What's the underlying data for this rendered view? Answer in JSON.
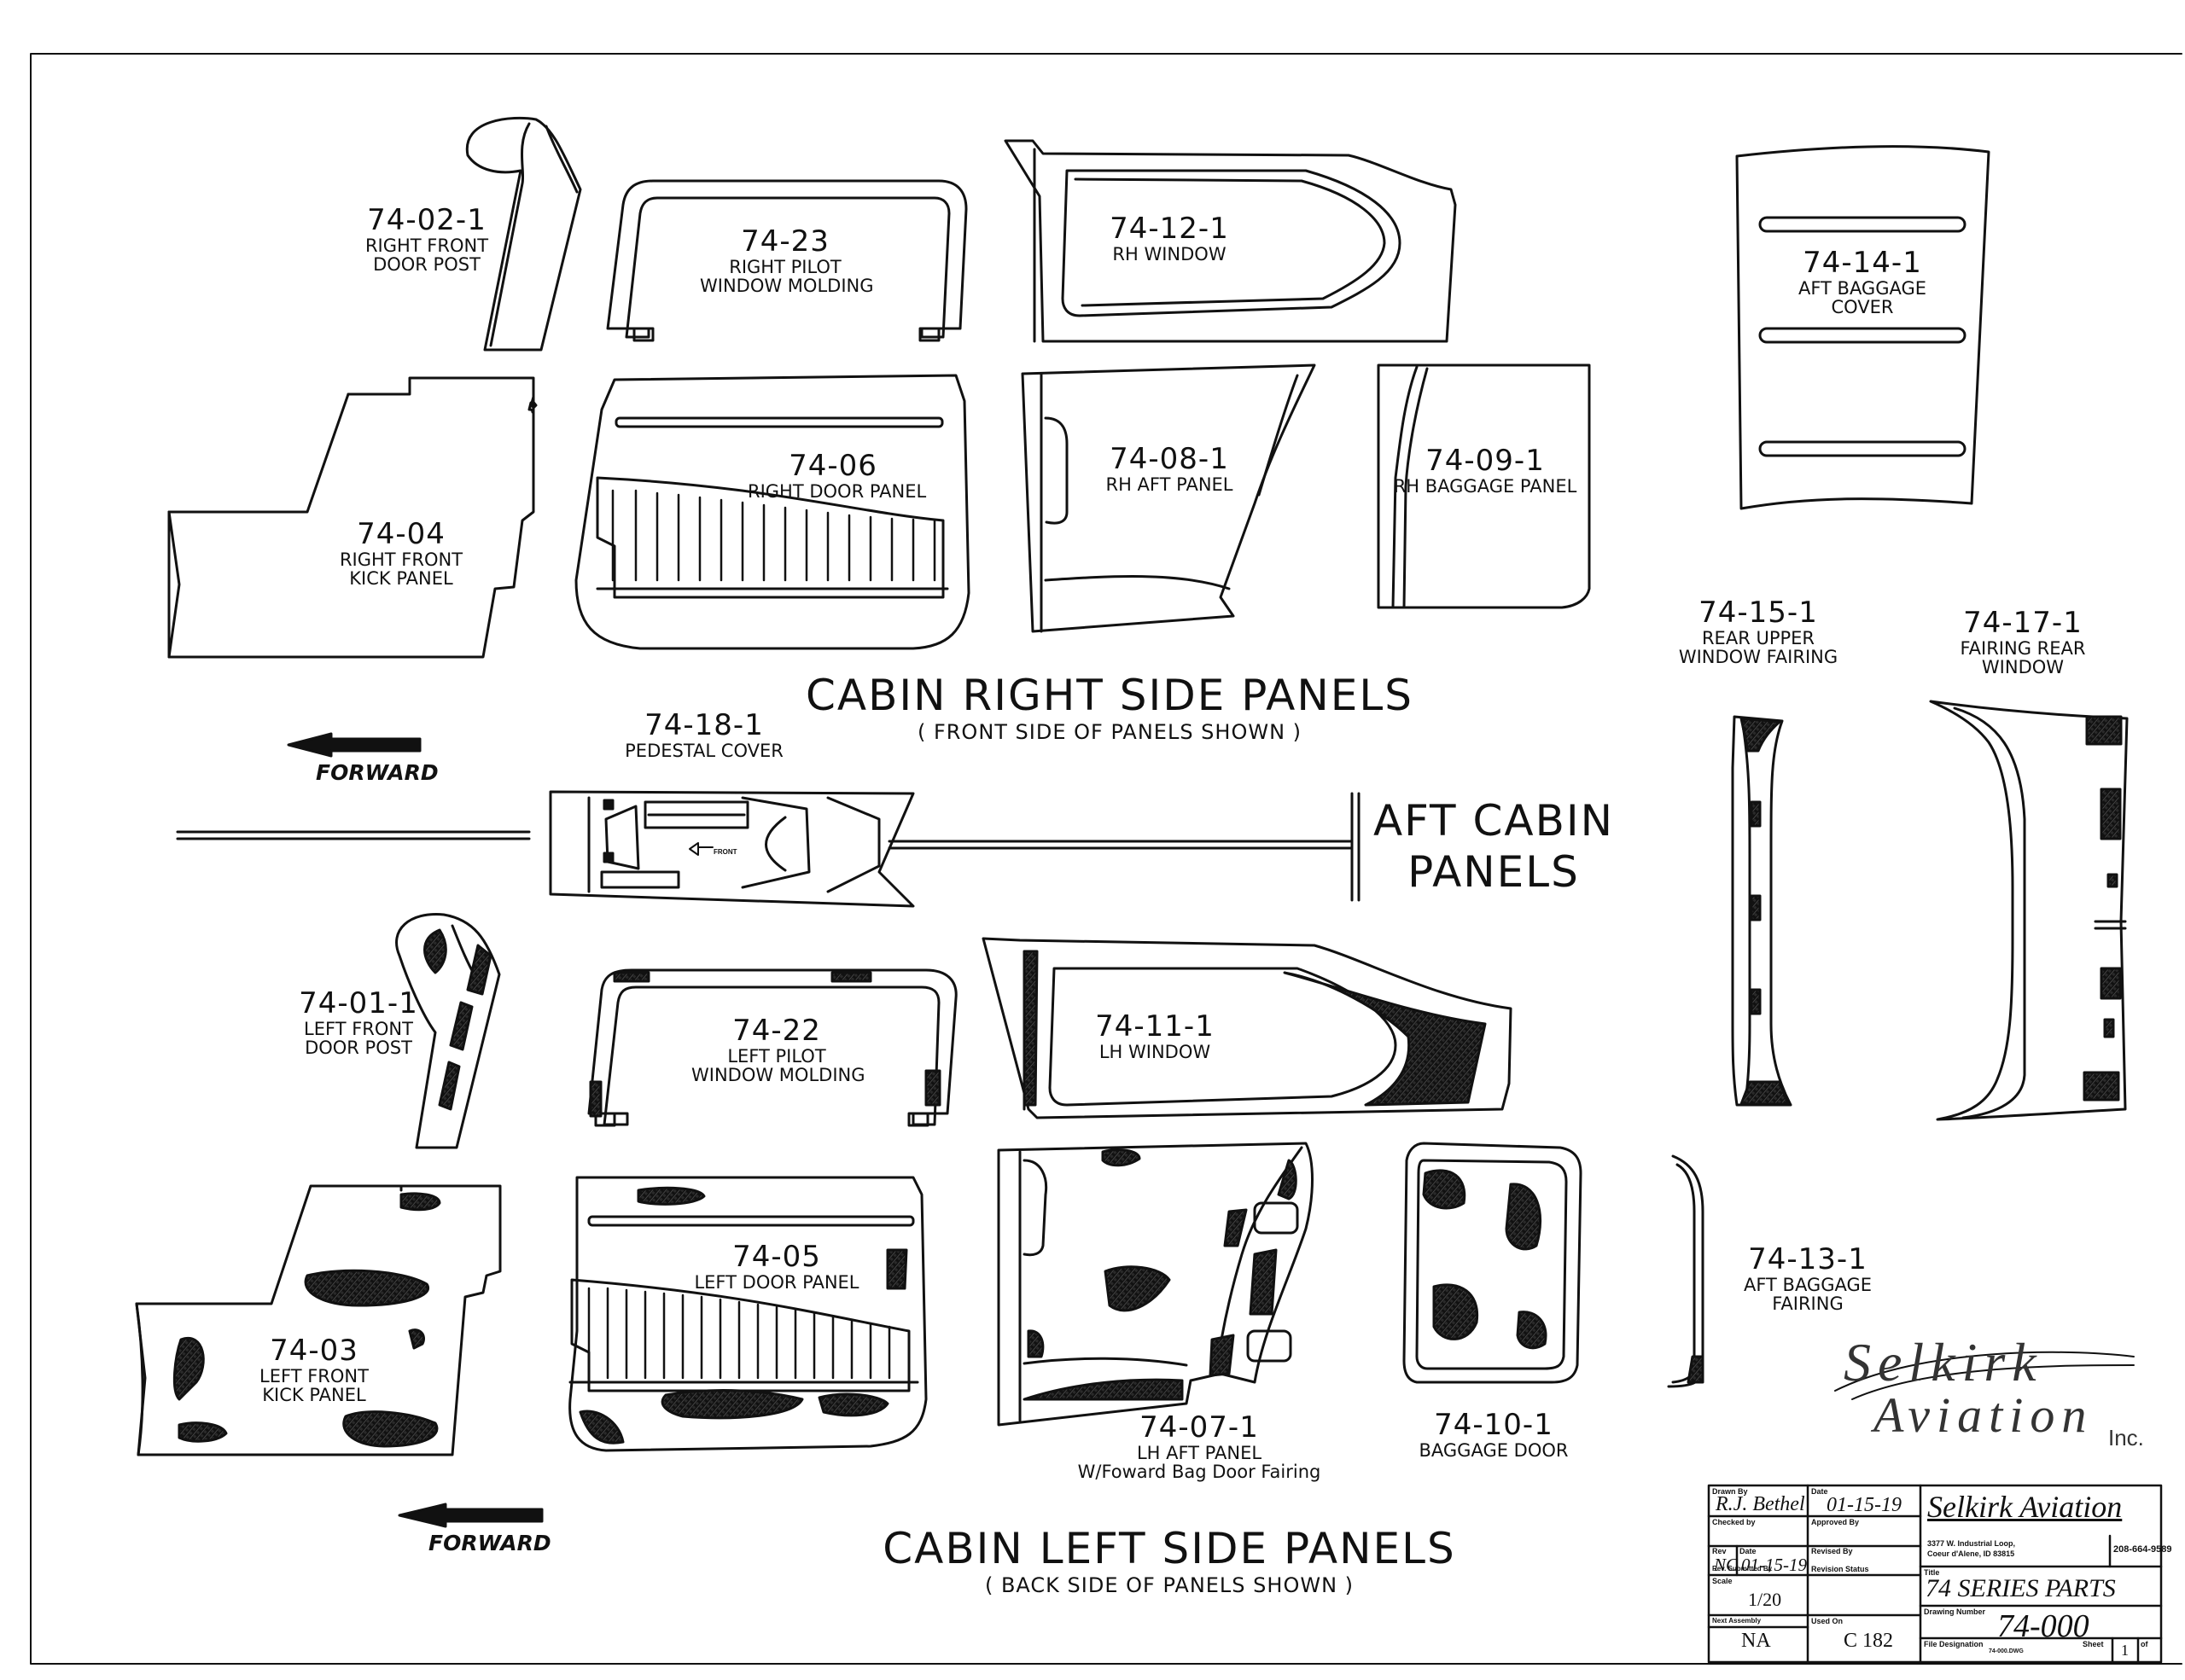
{
  "parts": {
    "p74_02_1": {
      "num": "74-02-1",
      "lines": [
        "RIGHT FRONT",
        "DOOR POST"
      ]
    },
    "p74_23": {
      "num": "74-23",
      "lines": [
        "RIGHT PILOT",
        "WINDOW MOLDING"
      ]
    },
    "p74_12_1": {
      "num": "74-12-1",
      "lines": [
        "RH WINDOW"
      ]
    },
    "p74_14_1": {
      "num": "74-14-1",
      "lines": [
        "AFT BAGGAGE",
        "COVER"
      ]
    },
    "p74_04": {
      "num": "74-04",
      "lines": [
        "RIGHT FRONT",
        "KICK PANEL"
      ]
    },
    "p74_06": {
      "num": "74-06",
      "lines": [
        "RIGHT DOOR PANEL"
      ]
    },
    "p74_08_1": {
      "num": "74-08-1",
      "lines": [
        "RH AFT PANEL"
      ]
    },
    "p74_09_1": {
      "num": "74-09-1",
      "lines": [
        "RH BAGGAGE PANEL"
      ]
    },
    "p74_15_1": {
      "num": "74-15-1",
      "lines": [
        "REAR UPPER",
        "WINDOW FAIRING"
      ]
    },
    "p74_17_1": {
      "num": "74-17-1",
      "lines": [
        "FAIRING REAR",
        "WINDOW"
      ]
    },
    "p74_18_1": {
      "num": "74-18-1",
      "lines": [
        "PEDESTAL COVER"
      ]
    },
    "p74_01_1": {
      "num": "74-01-1",
      "lines": [
        "LEFT FRONT",
        "DOOR POST"
      ]
    },
    "p74_22": {
      "num": "74-22",
      "lines": [
        "LEFT PILOT",
        "WINDOW MOLDING"
      ]
    },
    "p74_11_1": {
      "num": "74-11-1",
      "lines": [
        "LH WINDOW"
      ]
    },
    "p74_03": {
      "num": "74-03",
      "lines": [
        "LEFT FRONT",
        "KICK PANEL"
      ]
    },
    "p74_05": {
      "num": "74-05",
      "lines": [
        "LEFT DOOR PANEL"
      ]
    },
    "p74_07_1": {
      "num": "74-07-1",
      "lines": [
        "LH AFT PANEL",
        "W/Foward Bag Door Fairing"
      ]
    },
    "p74_10_1": {
      "num": "74-10-1",
      "lines": [
        "BAGGAGE DOOR"
      ]
    },
    "p74_13_1": {
      "num": "74-13-1",
      "lines": [
        "AFT BAGGAGE",
        "FAIRING"
      ]
    }
  },
  "headings": {
    "right_title": "CABIN RIGHT SIDE PANELS",
    "right_sub": "( FRONT SIDE OF PANELS SHOWN )",
    "left_title": "CABIN LEFT SIDE PANELS",
    "left_sub": "( BACK SIDE OF PANELS SHOWN )",
    "aft_line1": "AFT CABIN",
    "aft_line2": "PANELS",
    "forward_top": "FORWARD",
    "forward_bottom": "FORWARD",
    "front_arrow": "FRONT"
  },
  "logo": {
    "line1": "Selkirk",
    "line2": "Aviation",
    "suffix": "Inc."
  },
  "title_block": {
    "drawn_by_label": "Drawn By",
    "drawn_by": "R.J. Bethel",
    "date_label": "Date",
    "date": "01-15-19",
    "checked_by_label": "Checked by",
    "approved_by_label": "Approved By",
    "rev_label": "Rev",
    "rev": "NC",
    "rev_date_label": "Date",
    "rev_date": "01-15-19",
    "revised_by_label": "Revised By",
    "submitted_by_label": "Rev. Submitted By",
    "revision_status_label": "Revision Status",
    "scale_label": "Scale",
    "scale": "1/20",
    "next_assembly_label": "Next Assembly",
    "next_assembly": "NA",
    "used_on_label": "Used On",
    "used_on": "C 182",
    "company": "Selkirk Aviation",
    "address_line1": "3377 W. Industrial Loop,",
    "address_line2": "Coeur d'Alene, ID 83815",
    "phone": "208-664-9589",
    "title_label": "Title",
    "title": "74 SERIES PARTS",
    "drawing_number_label": "Drawing Number",
    "drawing_number": "74-000",
    "file_label": "File Designation",
    "file": "74-000.DWG",
    "sheet_label": "Sheet",
    "sheet": "1",
    "of_label": "of",
    "sheet_of": ""
  }
}
